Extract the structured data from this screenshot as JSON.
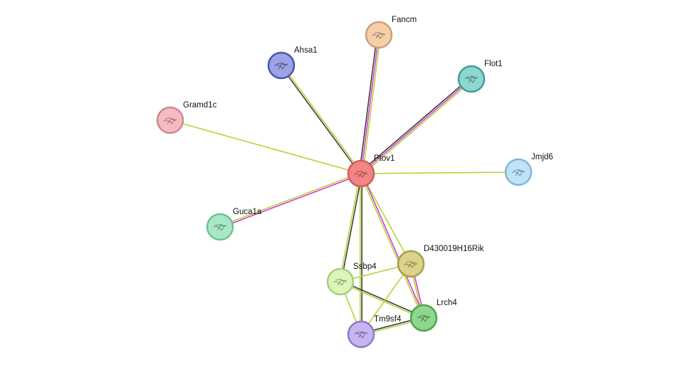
{
  "network": {
    "center": "Ptov1",
    "nodes": [
      {
        "id": "Ptov1",
        "label": "Ptov1",
        "fill": "#f28585",
        "stroke": "#d45a5a"
      },
      {
        "id": "Fancm",
        "label": "Fancm",
        "fill": "#f6cfa8",
        "stroke": "#c9a07a"
      },
      {
        "id": "Ahsa1",
        "label": "Ahsa1",
        "fill": "#9aa4e6",
        "stroke": "#4a54a8"
      },
      {
        "id": "Flot1",
        "label": "Flot1",
        "fill": "#8ed6cf",
        "stroke": "#3f9e96"
      },
      {
        "id": "Gramd1c",
        "label": "Gramd1c",
        "fill": "#f4bcc0",
        "stroke": "#c98b8f"
      },
      {
        "id": "Jmjd6",
        "label": "Jmjd6",
        "fill": "#bfe3f7",
        "stroke": "#86b6d2"
      },
      {
        "id": "Guca1a",
        "label": "Guca1a",
        "fill": "#a9e8c5",
        "stroke": "#6cc293"
      },
      {
        "id": "D430019H16Rik",
        "label": "D430019H16Rik",
        "fill": "#dcd38a",
        "stroke": "#a79c4e"
      },
      {
        "id": "Ssbp4",
        "label": "Ssbp4",
        "fill": "#dcf5b8",
        "stroke": "#a9cc84"
      },
      {
        "id": "Lrch4",
        "label": "Lrch4",
        "fill": "#8fd68f",
        "stroke": "#4aa54a"
      },
      {
        "id": "Tm9sf4",
        "label": "Tm9sf4",
        "fill": "#c6b5f0",
        "stroke": "#8d78c8"
      }
    ],
    "edges": [
      {
        "source": "Ptov1",
        "target": "Fancm",
        "colors": [
          "#3d3d3d",
          "#d63bd6",
          "#b5d434"
        ]
      },
      {
        "source": "Ptov1",
        "target": "Ahsa1",
        "colors": [
          "#3d3d3d",
          "#b5d434"
        ]
      },
      {
        "source": "Ptov1",
        "target": "Flot1",
        "colors": [
          "#3d3d3d",
          "#d63bd6",
          "#b5d434"
        ]
      },
      {
        "source": "Ptov1",
        "target": "Gramd1c",
        "colors": [
          "#b5d434"
        ]
      },
      {
        "source": "Ptov1",
        "target": "Jmjd6",
        "colors": [
          "#b5d434"
        ]
      },
      {
        "source": "Ptov1",
        "target": "Guca1a",
        "colors": [
          "#d63bd6",
          "#b5d434"
        ]
      },
      {
        "source": "Ptov1",
        "target": "D430019H16Rik",
        "colors": [
          "#b5d434"
        ]
      },
      {
        "source": "Ptov1",
        "target": "Ssbp4",
        "colors": [
          "#3d3d3d",
          "#b5d434"
        ]
      },
      {
        "source": "Ptov1",
        "target": "Lrch4",
        "colors": [
          "#d63bd6",
          "#b5d434"
        ]
      },
      {
        "source": "Ptov1",
        "target": "Tm9sf4",
        "colors": [
          "#3d3d3d",
          "#b5d434"
        ]
      },
      {
        "source": "Ssbp4",
        "target": "D430019H16Rik",
        "colors": [
          "#b5d434"
        ]
      },
      {
        "source": "Ssbp4",
        "target": "Lrch4",
        "colors": [
          "#3d3d3d",
          "#b5d434"
        ]
      },
      {
        "source": "Ssbp4",
        "target": "Tm9sf4",
        "colors": [
          "#b5d434"
        ]
      },
      {
        "source": "D430019H16Rik",
        "target": "Lrch4",
        "colors": [
          "#d63bd6",
          "#b5d434"
        ]
      },
      {
        "source": "D430019H16Rik",
        "target": "Tm9sf4",
        "colors": [
          "#b5d434"
        ]
      },
      {
        "source": "Tm9sf4",
        "target": "Lrch4",
        "colors": [
          "#3d3d3d",
          "#b5d434"
        ]
      }
    ]
  }
}
